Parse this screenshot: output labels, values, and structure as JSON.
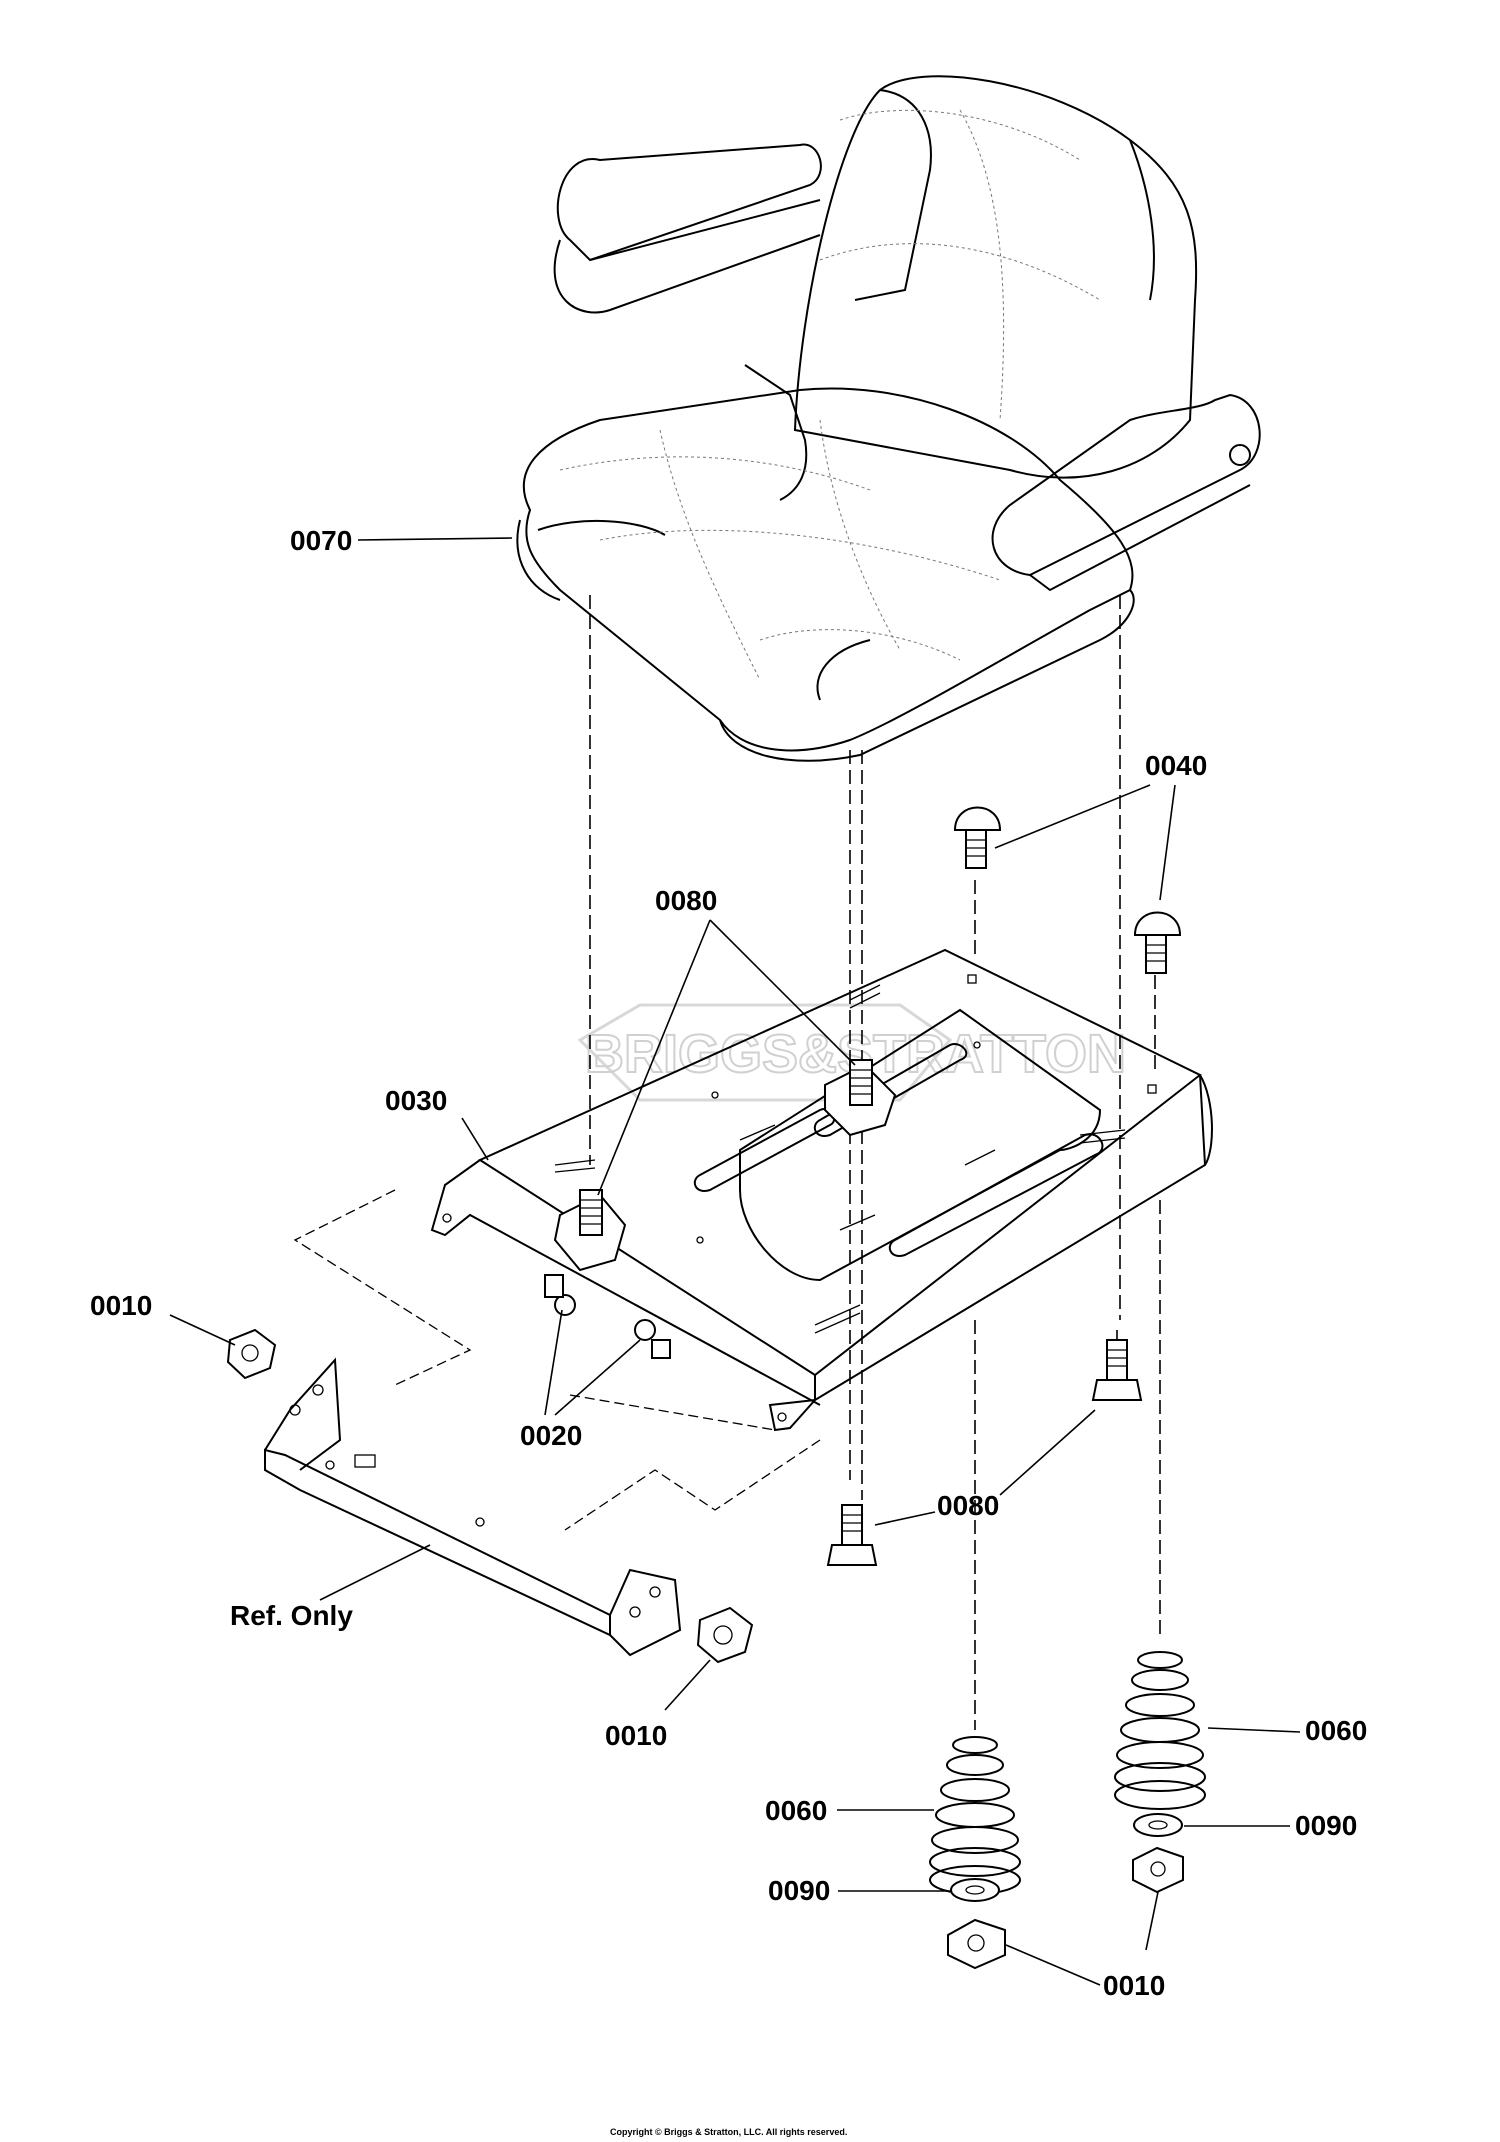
{
  "diagram": {
    "watermark": "BRIGGS&STRATTON",
    "copyright": "Copyright © Briggs & Stratton, LLC. All rights reserved."
  },
  "callouts": {
    "c0070": "0070",
    "c0040": "0040",
    "c0080_top": "0080",
    "c0030": "0030",
    "c0010_left": "0010",
    "c0020": "0020",
    "c0080_bottom": "0080",
    "ref_only": "Ref. Only",
    "c0010_mid": "0010",
    "c0060_right": "0060",
    "c0060_left": "0060",
    "c0090_right": "0090",
    "c0090_left": "0090",
    "c0010_bottom": "0010"
  },
  "parts": {
    "seat": "seat-icon",
    "base_plate": "seat-base-plate-icon",
    "carriage_bolts": "carriage-bolt-icon",
    "flange_bolts": "flange-bolt-icon",
    "shoulder_bolts": "shoulder-bolt-icon",
    "bracket": "mounting-bracket-icon",
    "nuts": "flange-nut-icon",
    "springs": "conical-spring-icon",
    "washers": "washer-icon"
  }
}
